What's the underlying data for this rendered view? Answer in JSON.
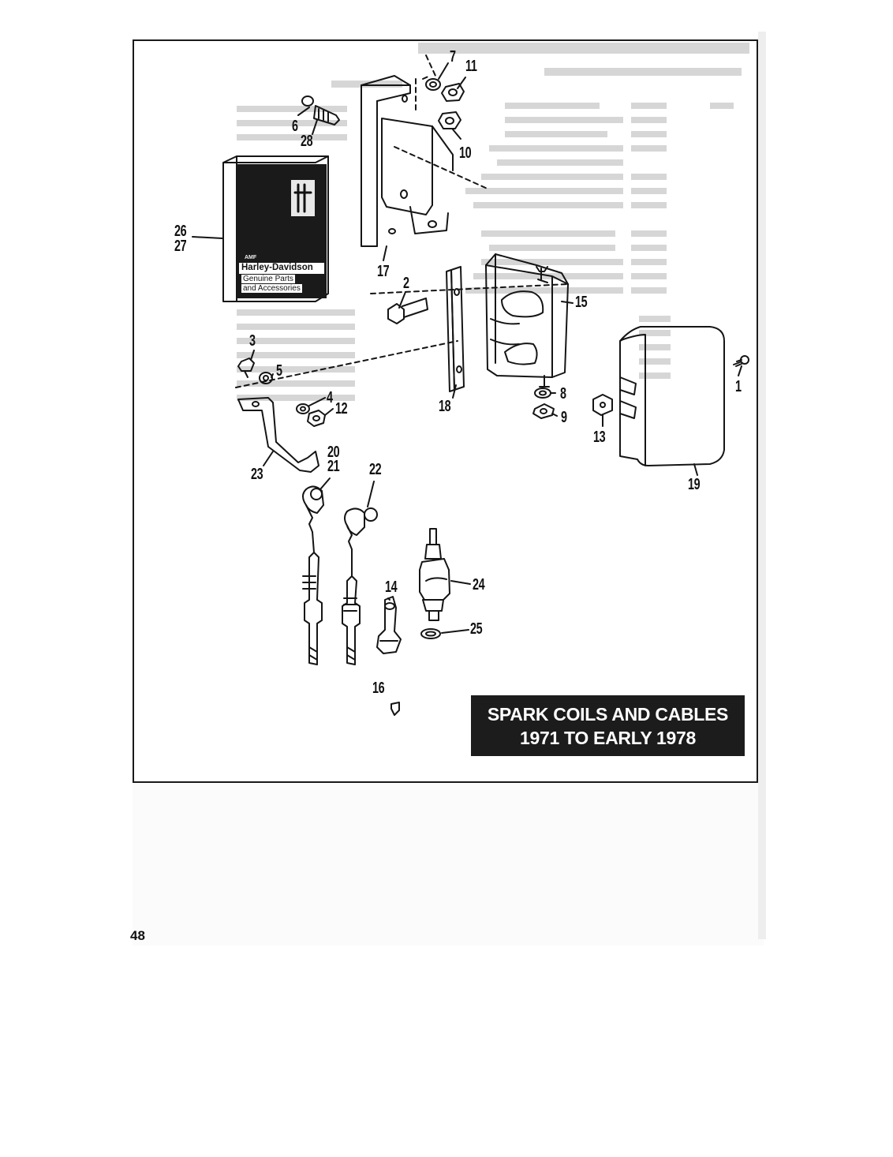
{
  "diagram": {
    "title_line1": "SPARK COILS AND CABLES",
    "title_line2": "1971 TO EARLY 1978",
    "page_number": "48",
    "manual": {
      "logo_text": "AMF",
      "brand": "Harley-Davidson",
      "line2": "Genuine Parts",
      "line3": "and Accessories"
    },
    "callouts": [
      "1",
      "2",
      "3",
      "4",
      "5",
      "6",
      "7",
      "8",
      "9",
      "10",
      "11",
      "12",
      "13",
      "14",
      "15",
      "16",
      "17",
      "18",
      "19",
      "20",
      "21",
      "22",
      "23",
      "24",
      "25",
      "26",
      "27",
      "28"
    ],
    "colors": {
      "ink": "#111111",
      "title_bg": "#1c1c1c",
      "title_fg": "#ffffff",
      "bleed_through": "#c9c9c9"
    }
  }
}
